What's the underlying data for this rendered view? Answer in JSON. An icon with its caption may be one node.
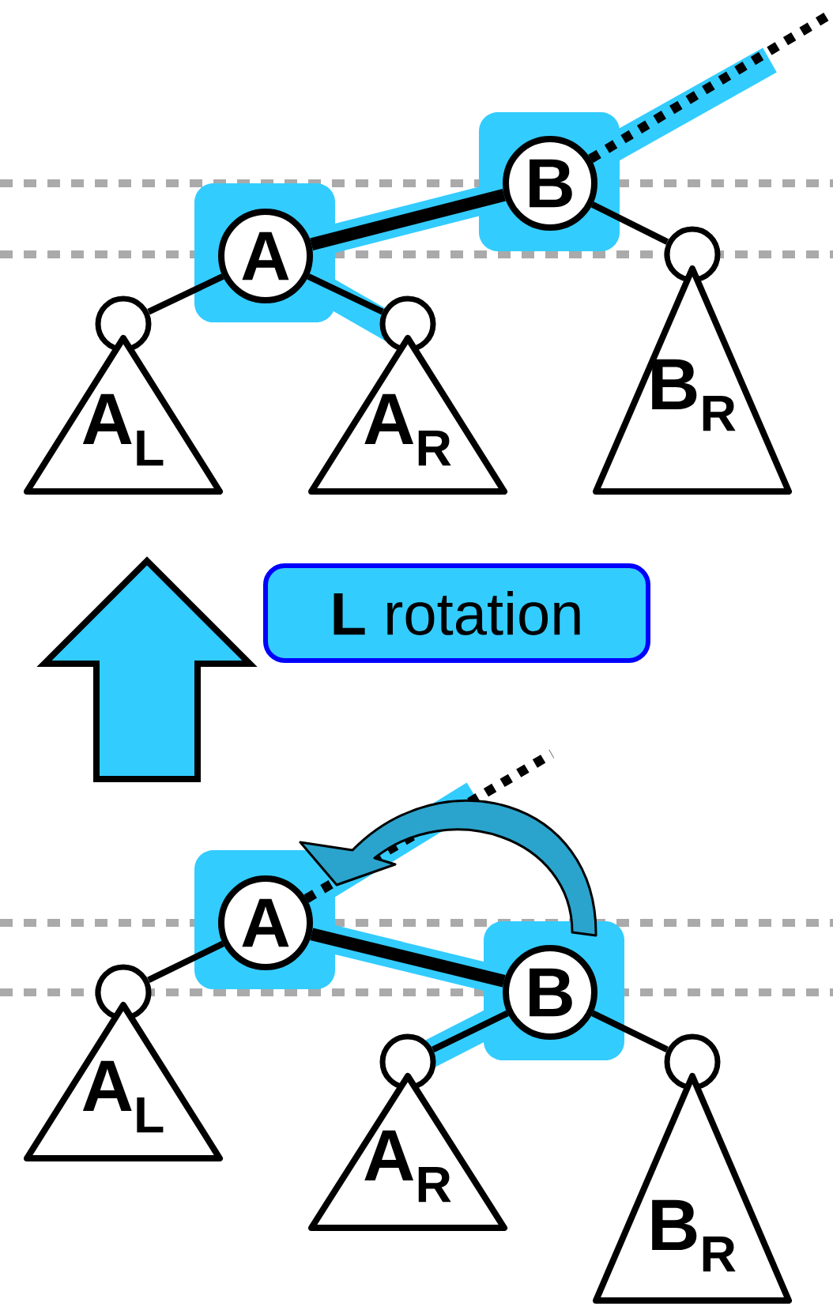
{
  "diagram": {
    "nodes": [
      {
        "text": [
          "A"
        ]
      },
      {
        "text": [
          "B"
        ]
      },
      {
        "text": [],
        "shape": "circle"
      },
      {
        "text": [],
        "shape": "circle"
      },
      {
        "text": [],
        "shape": "circle"
      },
      {
        "text": [
          "A$_{L}$"
        ]
      },
      {
        "text": [
          "A$_{R}$"
        ]
      },
      {
        "text": [
          "B$_{R}$"
        ]
      },
      {
        "text": [
          "**L** rotation"
        ]
      },
      {
        "text": [
          "A"
        ]
      },
      {
        "text": [
          "B"
        ]
      },
      {
        "text": [],
        "shape": "circle"
      },
      {
        "text": [],
        "shape": "circle"
      },
      {
        "text": [],
        "shape": "circle"
      },
      {
        "text": [
          "A$_{L}$"
        ]
      },
      {
        "text": [
          "A$_{R}$"
        ]
      },
      {
        "text": [
          "B$_{R}$"
        ]
      }
    ],
    "edges": [
      {
        "from": 1,
        "to": null,
        "arrow": "none",
        "style": "dashed"
      },
      {
        "from": 1,
        "to": 0,
        "arrow": "none",
        "style": "thick"
      },
      {
        "from": 1,
        "to": 4,
        "arrow": "none"
      },
      {
        "from": 0,
        "to": 2,
        "arrow": "none"
      },
      {
        "from": 0,
        "to": 3,
        "arrow": "none"
      },
      {
        "from": 9,
        "to": null,
        "arrow": "none",
        "style": "dashed"
      },
      {
        "from": 9,
        "to": 10,
        "arrow": "none",
        "style": "thick"
      },
      {
        "from": 9,
        "to": 11,
        "arrow": "none"
      },
      {
        "from": 10,
        "to": 12,
        "arrow": "none"
      },
      {
        "from": 10,
        "to": 13,
        "arrow": "none"
      },
      {
        "from": 10,
        "to": 9,
        "arrow": "to"
      }
    ]
  }
}
